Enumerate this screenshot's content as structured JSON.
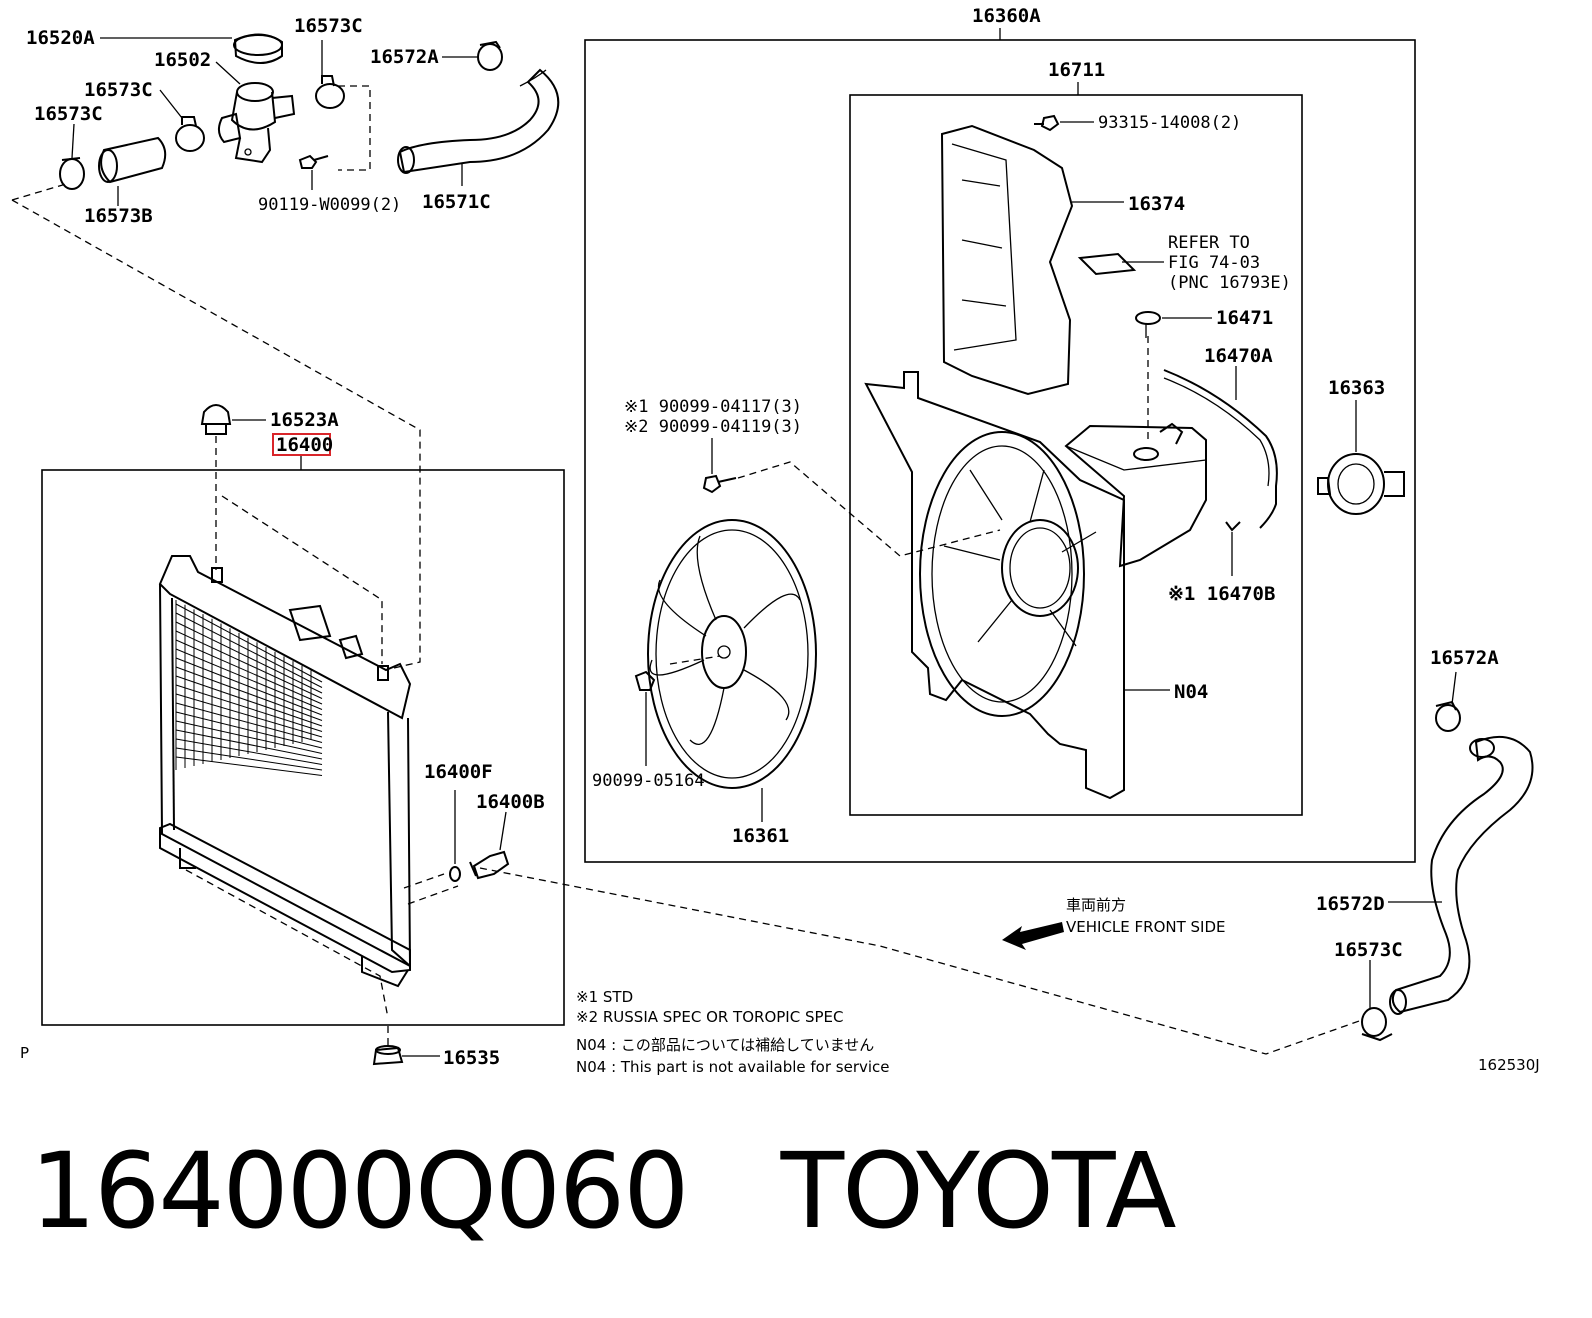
{
  "labels": {
    "p16520A": "16520A",
    "p16502": "16502",
    "p16573C_top": "16573C",
    "p16573C_mid": "16573C",
    "p16573C_left": "16573C",
    "p16572A_top": "16572A",
    "p16573B": "16573B",
    "p90119": "90119-W0099(2)",
    "p16571C": "16571C",
    "p16360A": "16360A",
    "p16711": "16711",
    "p93315": "93315-14008(2)",
    "p16374": "16374",
    "refer1": "REFER TO",
    "refer2": "FIG 74-03",
    "refer3": "(PNC 16793E)",
    "p16471": "16471",
    "p16470A": "16470A",
    "p16363": "16363",
    "bolt1": "※1 90099-04117(3)",
    "bolt2": "※2 90099-04119(3)",
    "p16470B": "※1 16470B",
    "pN04": "N04",
    "p90099_05164": "90099-05164",
    "p16361": "16361",
    "p16523A": "16523A",
    "p16400": "16400",
    "p16400F": "16400F",
    "p16400B": "16400B",
    "p16572A_right": "16572A",
    "p16572D": "16572D",
    "p16573C_right": "16573C",
    "p16535": "16535",
    "letterP": "P",
    "figcode": "162530J"
  },
  "direction": {
    "jp": "車両前方",
    "en": "VEHICLE FRONT SIDE"
  },
  "notes": {
    "std": "※1 STD",
    "russia": "※2 RUSSIA SPEC OR TOROPIC SPEC",
    "n04_jp": "N04 : この部品については補給していません",
    "n04_en": "N04 : This part is not available for service"
  },
  "caption": {
    "part_number": "164000Q060",
    "brand": "TOYOTA"
  },
  "highlight_color": "#d9252a"
}
